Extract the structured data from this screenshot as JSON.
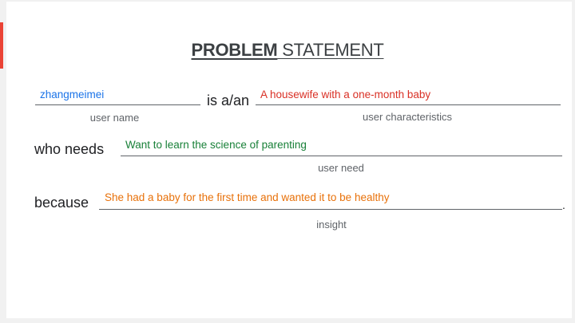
{
  "title": {
    "bold": "PROBLEM",
    "rest": " STATEMENT"
  },
  "row1": {
    "user_name": "zhangmeimei",
    "connector": "is a/an",
    "user_characteristics": "A housewife with a one-month baby",
    "caption_user_name": "user name",
    "caption_user_characteristics": "user characteristics"
  },
  "row2": {
    "connector": "who needs",
    "user_need": "Want to learn the science of parenting",
    "caption_user_need": "user need"
  },
  "row3": {
    "connector": "because",
    "insight": "She had a baby for the first time and wanted it to be healthy",
    "period": ".",
    "caption_insight": "insight"
  },
  "colors": {
    "accent": "#ea4335",
    "user_name": "#1a73e8",
    "user_characteristics": "#d93025",
    "user_need": "#188038",
    "insight": "#e8710a"
  }
}
